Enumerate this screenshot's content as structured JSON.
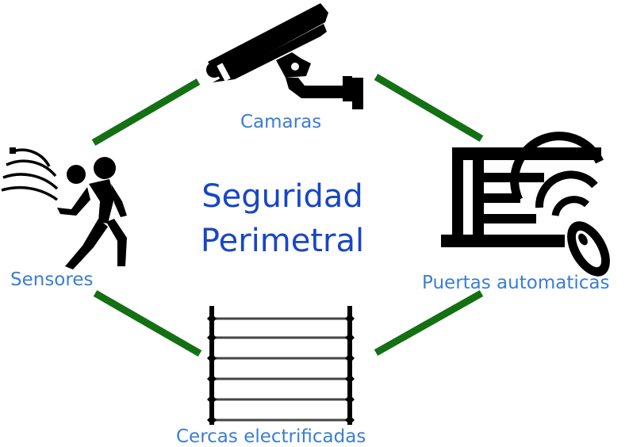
{
  "center_title": {
    "line1": "Seguridad",
    "line2": "Perimetral"
  },
  "nodes": [
    {
      "id": "camaras",
      "label": "Camaras",
      "icon": "security-camera-icon"
    },
    {
      "id": "puertas",
      "label": "Puertas automaticas",
      "icon": "automatic-gate-icon"
    },
    {
      "id": "cercas",
      "label": "Cercas electrificadas",
      "icon": "electric-fence-icon"
    },
    {
      "id": "sensores",
      "label": "Sensores",
      "icon": "motion-sensor-icon"
    }
  ],
  "colors": {
    "connector": "#137013",
    "node_label": "#3a7dd6",
    "title": "#1746c6",
    "icon": "#000000"
  }
}
